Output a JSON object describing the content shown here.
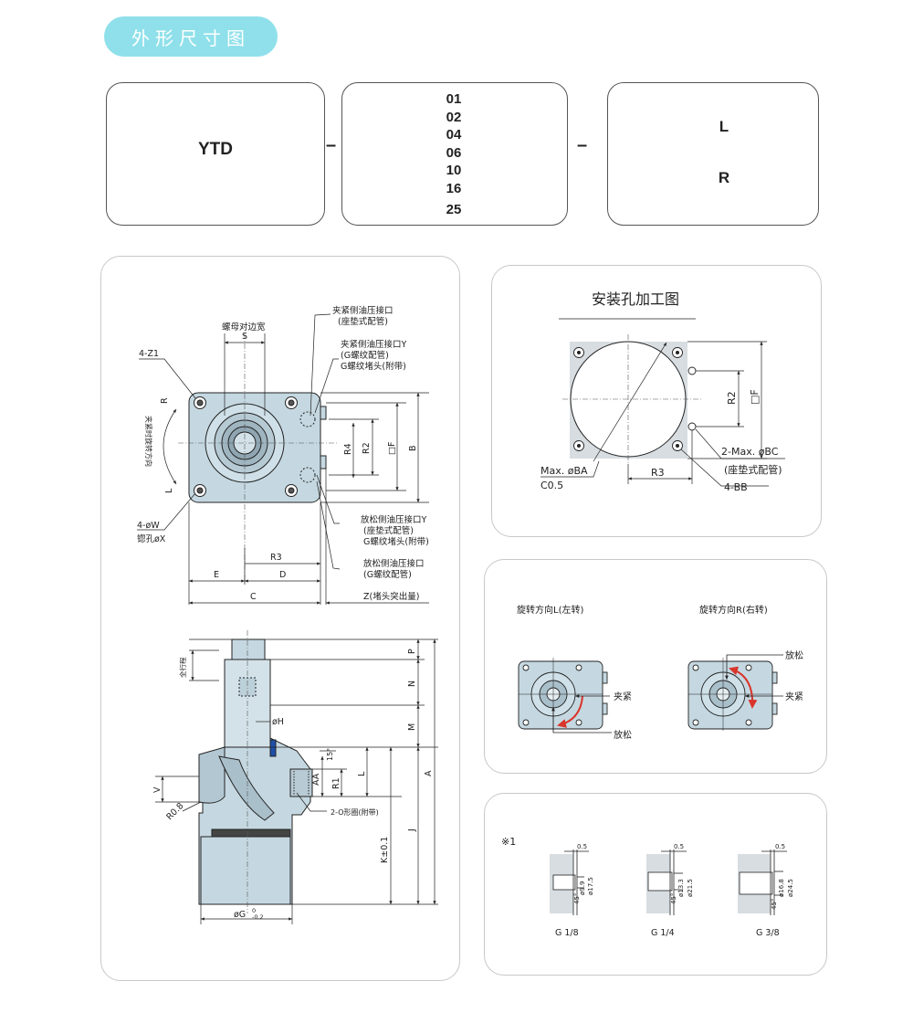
{
  "header": {
    "tag_label": "外形尺寸图"
  },
  "model_code": {
    "series": "YTD",
    "separator": "–",
    "sizes": [
      "01",
      "02",
      "04",
      "06",
      "10",
      "16",
      "25"
    ],
    "directions": [
      "L",
      "R"
    ]
  },
  "main_drawing": {
    "labels": {
      "nut_width": "螺母对边宽",
      "s": "S",
      "z1": "4-Z1",
      "r": "R",
      "l": "L",
      "clamp_dir": "夹紧时旋转方向",
      "w": "4-øW",
      "x": "锪孔øX",
      "clamp_port_gasket_1": "夹紧侧油压接口",
      "clamp_port_gasket_2": "(座垫式配管)",
      "clamp_port_y_1": "夹紧侧油压接口Y",
      "clamp_port_y_2": "(G螺纹配管)",
      "clamp_plug": "G螺纹堵头(附带)",
      "r4": "R4",
      "r2": "R2",
      "f": "□F",
      "b": "B",
      "release_port_y_1": "放松侧油压接口Y",
      "release_port_y_2": "(座垫式配管)",
      "release_plug": "G螺纹堵头(附带)",
      "release_port_1": "放松侧油压接口",
      "release_port_2": "(G螺纹配管)",
      "r3": "R3",
      "e": "E",
      "d": "D",
      "c": "C",
      "z": "Z(堵头突出量)",
      "full_stroke": "全行程",
      "p": "P",
      "n": "N",
      "h": "øH",
      "m": "M",
      "a": "A",
      "v": "V",
      "aa": "AA",
      "r1": "R1",
      "l2": "L",
      "j": "J",
      "k": "K±0.1",
      "r08": "R0.8",
      "oring": "2-O形圈(附带)",
      "g": "øG",
      "g_tol_up": "0",
      "g_tol_low": "-0.2",
      "angle15": "15°"
    }
  },
  "mount_panel": {
    "title": "安装孔加工图",
    "r2": "R2",
    "f": "□F",
    "bc_1": "2-Max. øBC",
    "bc_2": "(座垫式配管)",
    "ba": "Max. øBA",
    "c05": "C0.5",
    "r3": "R3",
    "bb": "4-BB"
  },
  "rotation_panel": {
    "left_title": "旋转方向L(左转)",
    "right_title": "旋转方向R(右转)",
    "clamp": "夹紧",
    "release": "放松"
  },
  "thread_panel": {
    "note": "※1",
    "items": [
      {
        "name": "G 1/8",
        "top": "0.5",
        "d1": "ø9.9",
        "d2": "ø17.5",
        "angle": "45°"
      },
      {
        "name": "G 1/4",
        "top": "0.5",
        "d1": "ø13.3",
        "d2": "ø21.5",
        "angle": "45°"
      },
      {
        "name": "G 3/8",
        "top": "0.5",
        "d1": "ø16.8",
        "d2": "ø24.5",
        "angle": "45°"
      }
    ]
  },
  "colors": {
    "tag_bg": "#8fe0ea",
    "part_fill": "#c5d8e1",
    "arrow_red": "#d9352b",
    "oring_blue": "#1f4fa8"
  }
}
